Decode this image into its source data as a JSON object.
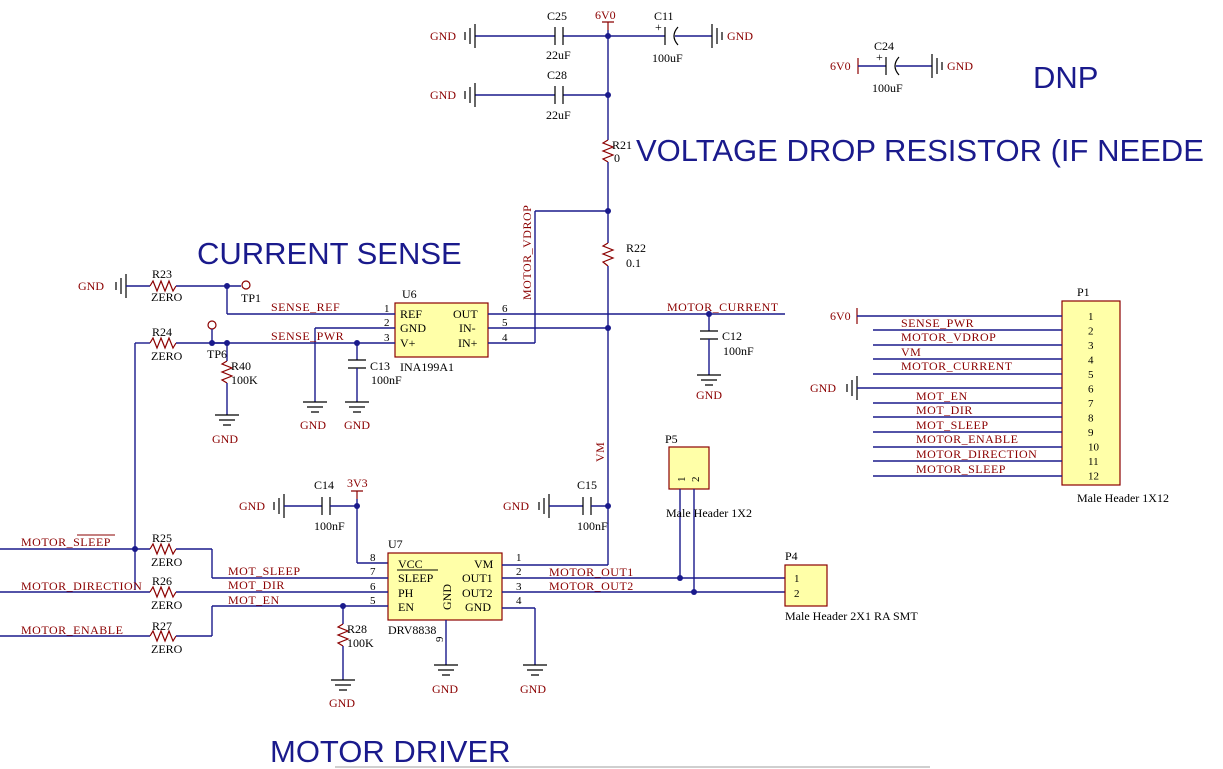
{
  "sections": {
    "dnp": "DNP",
    "voltage_drop": "VOLTAGE DROP RESISTOR (IF NEEDE",
    "current_sense": "CURRENT SENSE",
    "motor_driver": "MOTOR DRIVER"
  },
  "power": {
    "gnd": "GND",
    "v6": "6V0",
    "v33": "3V3"
  },
  "components": {
    "c25": {
      "ref": "C25",
      "value": "22uF"
    },
    "c28": {
      "ref": "C28",
      "value": "22uF"
    },
    "c11": {
      "ref": "C11",
      "value": "100uF"
    },
    "c24": {
      "ref": "C24",
      "value": "100uF"
    },
    "c12": {
      "ref": "C12",
      "value": "100nF"
    },
    "c13": {
      "ref": "C13",
      "value": "100nF"
    },
    "c14": {
      "ref": "C14",
      "value": "100nF"
    },
    "c15": {
      "ref": "C15",
      "value": "100nF"
    },
    "r21": {
      "ref": "R21",
      "value": "0"
    },
    "r22": {
      "ref": "R22",
      "value": "0.1"
    },
    "r23": {
      "ref": "R23",
      "value": "ZERO"
    },
    "r24": {
      "ref": "R24",
      "value": "ZERO"
    },
    "r25": {
      "ref": "R25",
      "value": "ZERO"
    },
    "r26": {
      "ref": "R26",
      "value": "ZERO"
    },
    "r27": {
      "ref": "R27",
      "value": "ZERO"
    },
    "r28": {
      "ref": "R28",
      "value": "100K"
    },
    "r40": {
      "ref": "R40",
      "value": "100K"
    },
    "tp1": {
      "ref": "TP1"
    },
    "tp6": {
      "ref": "TP6"
    },
    "u6": {
      "ref": "U6",
      "value": "INA199A1",
      "left_pins": [
        {
          "num": "1",
          "name": "REF"
        },
        {
          "num": "2",
          "name": "GND"
        },
        {
          "num": "3",
          "name": "V+"
        }
      ],
      "right_pins": [
        {
          "num": "6",
          "name": "OUT"
        },
        {
          "num": "5",
          "name": "IN-"
        },
        {
          "num": "4",
          "name": "IN+"
        }
      ]
    },
    "u7": {
      "ref": "U7",
      "value": "DRV8838",
      "left_pins": [
        {
          "num": "8",
          "name": "VCC"
        },
        {
          "num": "7",
          "name": "SLEEP"
        },
        {
          "num": "6",
          "name": "PH"
        },
        {
          "num": "5",
          "name": "EN"
        }
      ],
      "right_pins": [
        {
          "num": "1",
          "name": "VM"
        },
        {
          "num": "2",
          "name": "OUT1"
        },
        {
          "num": "3",
          "name": "OUT2"
        },
        {
          "num": "4",
          "name": "GND"
        }
      ],
      "center_label": "GND",
      "bottom_pin": "9"
    },
    "p1": {
      "ref": "P1",
      "value": "Male Header 1X12",
      "pins": [
        "1",
        "2",
        "3",
        "4",
        "5",
        "6",
        "7",
        "8",
        "9",
        "10",
        "11",
        "12"
      ]
    },
    "p4": {
      "ref": "P4",
      "value": "Male Header 2X1 RA SMT",
      "pins": [
        "1",
        "2"
      ]
    },
    "p5": {
      "ref": "P5",
      "value": "Male Header 1X2",
      "pins": [
        "1",
        "2"
      ]
    }
  },
  "nets": {
    "sense_ref": "SENSE_REF",
    "sense_pwr": "SENSE_PWR",
    "motor_vdrop": "MOTOR_VDROP",
    "motor_current": "MOTOR_CURRENT",
    "vm": "VM",
    "motor_sleep": "MOTOR_SLEEP",
    "motor_direction": "MOTOR_DIRECTION",
    "motor_enable": "MOTOR_ENABLE",
    "mot_sleep": "MOT_SLEEP",
    "mot_dir": "MOT_DIR",
    "mot_en": "MOT_EN",
    "motor_out1": "MOTOR_OUT1",
    "motor_out2": "MOTOR_OUT2",
    "sense_pwr_p1": "SENSE_PWR",
    "motor_vdrop_p1": "MOTOR_VDROP",
    "vm_p1": "VM",
    "motor_current_p1": "MOTOR_CURRENT",
    "mot_en_p1": "MOT_EN",
    "mot_dir_p1": "MOT_DIR",
    "mot_sleep_p1": "MOT_SLEEP",
    "motor_enable_p1": "MOTOR_ENABLE",
    "motor_direction_p1": "MOTOR_DIRECTION",
    "motor_sleep_p1": "MOTOR_SLEEP"
  }
}
